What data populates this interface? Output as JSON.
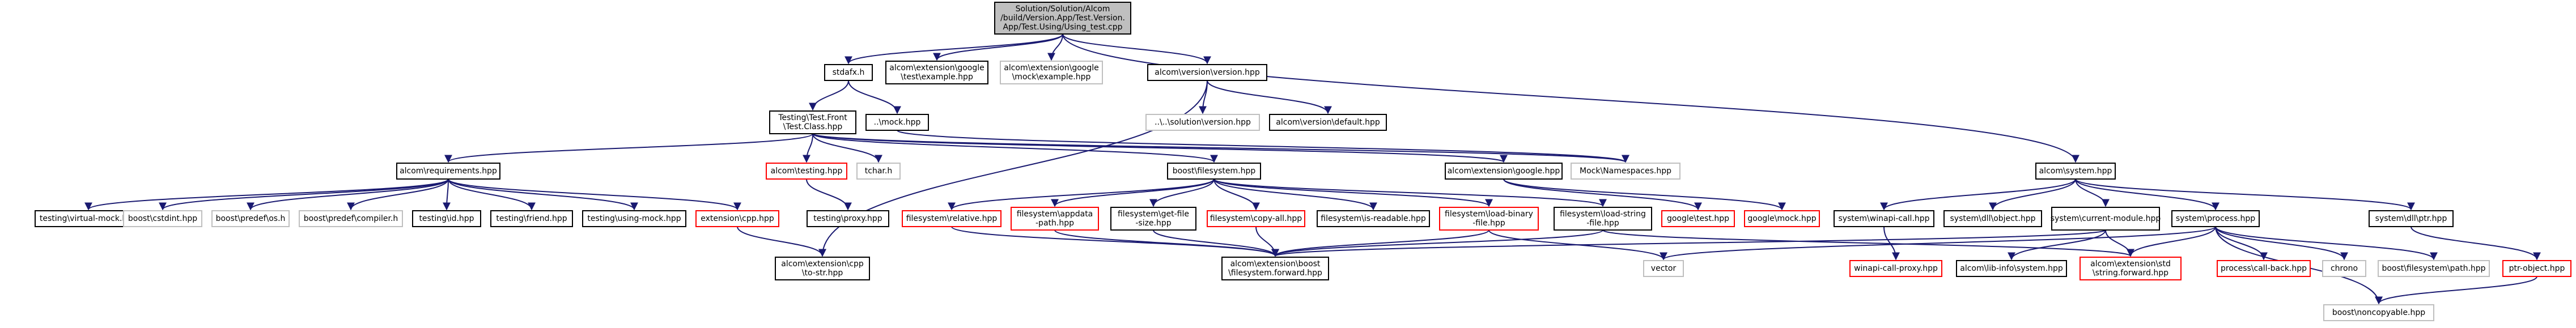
{
  "colors": {
    "default_border": "#000000",
    "external_border": "#bfbfbf",
    "missing_border": "#ff0000",
    "root_fill": "#bfbfbf",
    "node_fill": "#ffffff",
    "edge": "#191970",
    "text": "#000000"
  },
  "nodes": [
    {
      "id": "root",
      "lines": [
        "Solution/Solution/Alcom",
        "/build/Version.App/Test.Version.",
        "App/Test.Using/Using_test.cpp"
      ],
      "kind": "root"
    },
    {
      "id": "stdafx",
      "lines": [
        "stdafx.h"
      ],
      "kind": "default"
    },
    {
      "id": "gtest_example",
      "lines": [
        "alcom\\extension\\google",
        "\\test\\example.hpp"
      ],
      "kind": "default"
    },
    {
      "id": "gmock_example",
      "lines": [
        "alcom\\extension\\google",
        "\\mock\\example.hpp"
      ],
      "kind": "external"
    },
    {
      "id": "version_hpp",
      "lines": [
        "alcom\\version\\version.hpp"
      ],
      "kind": "default"
    },
    {
      "id": "testing_front",
      "lines": [
        "Testing\\Test.Front",
        "\\Test.Class.hpp"
      ],
      "kind": "default"
    },
    {
      "id": "mock_hpp",
      "lines": [
        "..\\mock.hpp"
      ],
      "kind": "default"
    },
    {
      "id": "solution_version",
      "lines": [
        "..\\..\\solution\\version.hpp"
      ],
      "kind": "external"
    },
    {
      "id": "version_default",
      "lines": [
        "alcom\\version\\default.hpp"
      ],
      "kind": "default"
    },
    {
      "id": "requirements",
      "lines": [
        "alcom\\requirements.hpp"
      ],
      "kind": "default"
    },
    {
      "id": "alcom_testing",
      "lines": [
        "alcom\\testing.hpp"
      ],
      "kind": "missing"
    },
    {
      "id": "tchar",
      "lines": [
        "tchar.h"
      ],
      "kind": "external"
    },
    {
      "id": "boost_filesystem",
      "lines": [
        "boost\\filesystem.hpp"
      ],
      "kind": "default"
    },
    {
      "id": "ext_google",
      "lines": [
        "alcom\\extension\\google.hpp"
      ],
      "kind": "default"
    },
    {
      "id": "mock_namespaces",
      "lines": [
        "Mock\\Namespaces.hpp"
      ],
      "kind": "external"
    },
    {
      "id": "alcom_system",
      "lines": [
        "alcom\\system.hpp"
      ],
      "kind": "default"
    },
    {
      "id": "virtual_mock",
      "lines": [
        "testing\\virtual-mock.hpp"
      ],
      "kind": "default"
    },
    {
      "id": "boost_cstdint",
      "lines": [
        "boost\\cstdint.hpp"
      ],
      "kind": "external"
    },
    {
      "id": "predef_os",
      "lines": [
        "boost\\predef\\os.h"
      ],
      "kind": "external"
    },
    {
      "id": "predef_compiler",
      "lines": [
        "boost\\predef\\compiler.h"
      ],
      "kind": "external"
    },
    {
      "id": "testing_id",
      "lines": [
        "testing\\id.hpp"
      ],
      "kind": "default"
    },
    {
      "id": "testing_friend",
      "lines": [
        "testing\\friend.hpp"
      ],
      "kind": "default"
    },
    {
      "id": "testing_using_mock",
      "lines": [
        "testing\\using-mock.hpp"
      ],
      "kind": "default"
    },
    {
      "id": "extension_cpp",
      "lines": [
        "extension\\cpp.hpp"
      ],
      "kind": "missing"
    },
    {
      "id": "testing_proxy",
      "lines": [
        "testing\\proxy.hpp"
      ],
      "kind": "default"
    },
    {
      "id": "fs_relative",
      "lines": [
        "filesystem\\relative.hpp"
      ],
      "kind": "missing"
    },
    {
      "id": "fs_appdata",
      "lines": [
        "filesystem\\appdata",
        "-path.hpp"
      ],
      "kind": "missing"
    },
    {
      "id": "fs_getfilesize",
      "lines": [
        "filesystem\\get-file",
        "-size.hpp"
      ],
      "kind": "default"
    },
    {
      "id": "fs_copyall",
      "lines": [
        "filesystem\\copy-all.hpp"
      ],
      "kind": "missing"
    },
    {
      "id": "fs_isreadable",
      "lines": [
        "filesystem\\is-readable.hpp"
      ],
      "kind": "default"
    },
    {
      "id": "fs_loadbinary",
      "lines": [
        "filesystem\\load-binary",
        "-file.hpp"
      ],
      "kind": "missing"
    },
    {
      "id": "fs_loadstring",
      "lines": [
        "filesystem\\load-string",
        "-file.hpp"
      ],
      "kind": "default"
    },
    {
      "id": "google_test",
      "lines": [
        "google\\test.hpp"
      ],
      "kind": "missing"
    },
    {
      "id": "google_mock",
      "lines": [
        "google\\mock.hpp"
      ],
      "kind": "missing"
    },
    {
      "id": "winapi_call",
      "lines": [
        "system\\winapi-call.hpp"
      ],
      "kind": "default"
    },
    {
      "id": "dll_object",
      "lines": [
        "system\\dll\\object.hpp"
      ],
      "kind": "default"
    },
    {
      "id": "current_module",
      "lines": [
        "system\\current-module.hpp"
      ],
      "kind": "default"
    },
    {
      "id": "system_process",
      "lines": [
        "system\\process.hpp"
      ],
      "kind": "default"
    },
    {
      "id": "dll_ptr",
      "lines": [
        "system\\dll\\ptr.hpp"
      ],
      "kind": "default"
    },
    {
      "id": "ext_cpp_tostr",
      "lines": [
        "alcom\\extension\\cpp",
        "\\to-str.hpp"
      ],
      "kind": "default"
    },
    {
      "id": "boost_fs_forward",
      "lines": [
        "alcom\\extension\\boost",
        "\\filesystem.forward.hpp"
      ],
      "kind": "default"
    },
    {
      "id": "vector",
      "lines": [
        "vector"
      ],
      "kind": "external"
    },
    {
      "id": "winapi_proxy",
      "lines": [
        "winapi-call-proxy.hpp"
      ],
      "kind": "missing"
    },
    {
      "id": "lib_info",
      "lines": [
        "alcom\\lib-info\\system.hpp"
      ],
      "kind": "default"
    },
    {
      "id": "std_string_forward",
      "lines": [
        "alcom\\extension\\std",
        "\\string.forward.hpp"
      ],
      "kind": "missing"
    },
    {
      "id": "process_callback",
      "lines": [
        "process\\call-back.hpp"
      ],
      "kind": "missing"
    },
    {
      "id": "chrono",
      "lines": [
        "chrono"
      ],
      "kind": "external"
    },
    {
      "id": "boost_fs_path",
      "lines": [
        "boost\\filesystem\\path.hpp"
      ],
      "kind": "external"
    },
    {
      "id": "ptr_object",
      "lines": [
        "ptr-object.hpp"
      ],
      "kind": "missing"
    },
    {
      "id": "boost_noncopyable",
      "lines": [
        "boost\\noncopyable.hpp"
      ],
      "kind": "external"
    }
  ],
  "edges": [
    [
      "root",
      "stdafx"
    ],
    [
      "root",
      "gtest_example"
    ],
    [
      "root",
      "gmock_example"
    ],
    [
      "root",
      "version_hpp"
    ],
    [
      "root",
      "alcom_system"
    ],
    [
      "stdafx",
      "testing_front"
    ],
    [
      "stdafx",
      "mock_hpp"
    ],
    [
      "version_hpp",
      "solution_version"
    ],
    [
      "version_hpp",
      "version_default"
    ],
    [
      "version_hpp",
      "ext_cpp_tostr"
    ],
    [
      "mock_hpp",
      "mock_namespaces"
    ],
    [
      "testing_front",
      "requirements"
    ],
    [
      "testing_front",
      "alcom_testing"
    ],
    [
      "testing_front",
      "tchar"
    ],
    [
      "testing_front",
      "boost_filesystem"
    ],
    [
      "testing_front",
      "ext_google"
    ],
    [
      "testing_front",
      "mock_namespaces"
    ],
    [
      "requirements",
      "virtual_mock"
    ],
    [
      "requirements",
      "boost_cstdint"
    ],
    [
      "requirements",
      "predef_os"
    ],
    [
      "requirements",
      "predef_compiler"
    ],
    [
      "requirements",
      "testing_id"
    ],
    [
      "requirements",
      "testing_friend"
    ],
    [
      "requirements",
      "testing_using_mock"
    ],
    [
      "requirements",
      "extension_cpp"
    ],
    [
      "alcom_testing",
      "testing_proxy"
    ],
    [
      "extension_cpp",
      "ext_cpp_tostr"
    ],
    [
      "boost_filesystem",
      "fs_relative"
    ],
    [
      "boost_filesystem",
      "fs_appdata"
    ],
    [
      "boost_filesystem",
      "fs_getfilesize"
    ],
    [
      "boost_filesystem",
      "fs_copyall"
    ],
    [
      "boost_filesystem",
      "fs_isreadable"
    ],
    [
      "boost_filesystem",
      "fs_loadbinary"
    ],
    [
      "boost_filesystem",
      "fs_loadstring"
    ],
    [
      "fs_relative",
      "boost_fs_forward"
    ],
    [
      "fs_appdata",
      "boost_fs_forward"
    ],
    [
      "fs_getfilesize",
      "boost_fs_forward"
    ],
    [
      "fs_copyall",
      "boost_fs_forward"
    ],
    [
      "fs_loadbinary",
      "boost_fs_forward"
    ],
    [
      "fs_loadbinary",
      "vector"
    ],
    [
      "fs_loadstring",
      "boost_fs_forward"
    ],
    [
      "fs_loadstring",
      "std_string_forward"
    ],
    [
      "ext_google",
      "google_test"
    ],
    [
      "ext_google",
      "google_mock"
    ],
    [
      "alcom_system",
      "winapi_call"
    ],
    [
      "alcom_system",
      "dll_object"
    ],
    [
      "alcom_system",
      "current_module"
    ],
    [
      "alcom_system",
      "system_process"
    ],
    [
      "alcom_system",
      "dll_ptr"
    ],
    [
      "winapi_call",
      "winapi_proxy"
    ],
    [
      "current_module",
      "lib_info"
    ],
    [
      "current_module",
      "std_string_forward"
    ],
    [
      "current_module",
      "boost_fs_forward"
    ],
    [
      "system_process",
      "process_callback"
    ],
    [
      "system_process",
      "chrono"
    ],
    [
      "system_process",
      "boost_fs_path"
    ],
    [
      "system_process",
      "std_string_forward"
    ],
    [
      "system_process",
      "vector"
    ],
    [
      "system_process",
      "boost_noncopyable"
    ],
    [
      "dll_ptr",
      "ptr_object"
    ],
    [
      "ptr_object",
      "boost_noncopyable"
    ]
  ]
}
